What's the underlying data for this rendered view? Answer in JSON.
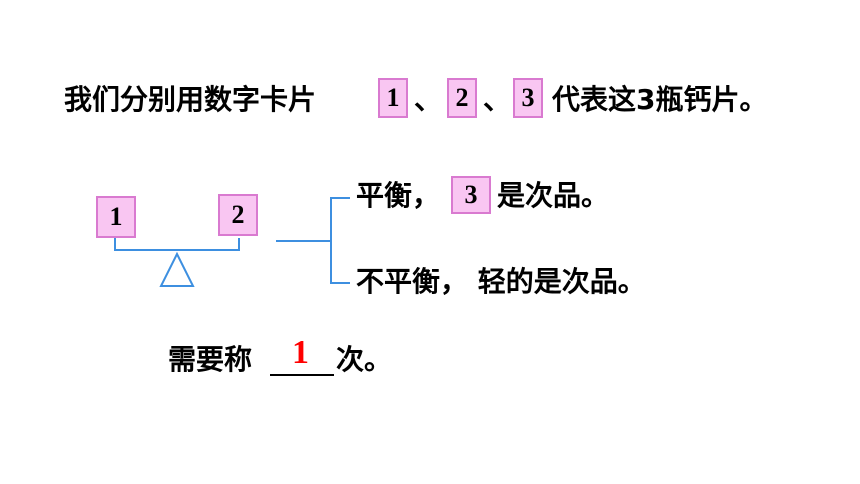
{
  "line1": {
    "before": "我们分别用数字卡片",
    "card1": "1",
    "sep1": "、",
    "card2": "2",
    "sep2": "、",
    "card3": "3",
    "after": "代表这3瓶钙片。"
  },
  "scale": {
    "left_card": "1",
    "right_card": "2"
  },
  "outcomes": {
    "balanced_prefix": "平衡，",
    "balanced_card": "3",
    "balanced_suffix": "是次品。",
    "unbalanced": "不平衡， 轻的是次品。"
  },
  "question": {
    "prefix": "需要称",
    "answer": "1",
    "suffix": "次。"
  },
  "colors": {
    "card_fill": "#f9c6f2",
    "card_border": "#d97ad0",
    "scale_line": "#3d8fe0",
    "answer": "#ff0000"
  }
}
